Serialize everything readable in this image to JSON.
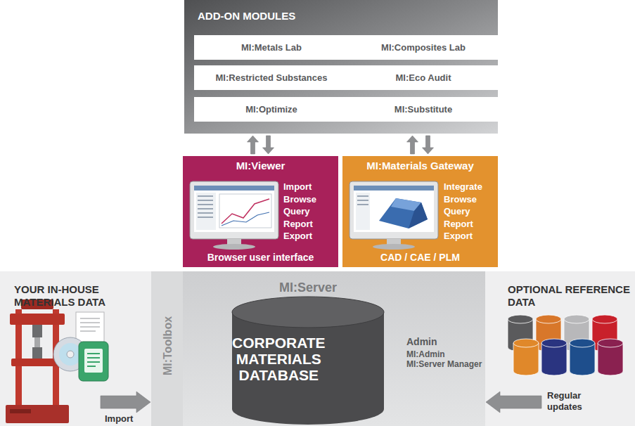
{
  "diagram": {
    "nodes": [
      {
        "text": [
          "ADD-ON MODULES"
        ]
      },
      {
        "text": [
          "MI:Metals Lab"
        ],
        "in": 0
      },
      {
        "text": [
          "MI:Composites Lab"
        ],
        "in": 0
      },
      {
        "text": [
          "MI:Restricted Substances"
        ],
        "in": 0
      },
      {
        "text": [
          "MI:Eco Audit"
        ],
        "in": 0
      },
      {
        "text": [
          "MI:Optimize"
        ],
        "in": 0
      },
      {
        "text": [
          "MI:Substitute"
        ],
        "in": 0
      },
      {
        "text": [
          "MI:Viewer",
          "Import Browse Query Report Export",
          "Browser user interface"
        ]
      },
      {
        "text": [
          "MI:Materials Gateway",
          "Integrate Browse Query Report Export",
          "CAD / CAE / PLM"
        ]
      },
      {
        "text": [
          "YOUR IN-HOUSE MATERIALS DATA"
        ]
      },
      {
        "text": [
          "MI:Toolbox"
        ]
      },
      {
        "text": [
          "MI:Server",
          "Admin",
          "MI:Admin MI:Server Manager"
        ]
      },
      {
        "text": [
          "CORPORATE MATERIALS DATABASE"
        ],
        "in": 11
      },
      {
        "text": [
          "OPTIONAL REFERENCE DATA"
        ]
      }
    ],
    "edges": [
      {
        "from": 7,
        "to": 0,
        "arrow": "both"
      },
      {
        "from": 8,
        "to": 0,
        "arrow": "both"
      },
      {
        "from": 9,
        "to": 10,
        "arrow": "to",
        "label": "Import"
      },
      {
        "from": 13,
        "to": 11,
        "arrow": "to",
        "label": "Regular updates"
      }
    ]
  }
}
